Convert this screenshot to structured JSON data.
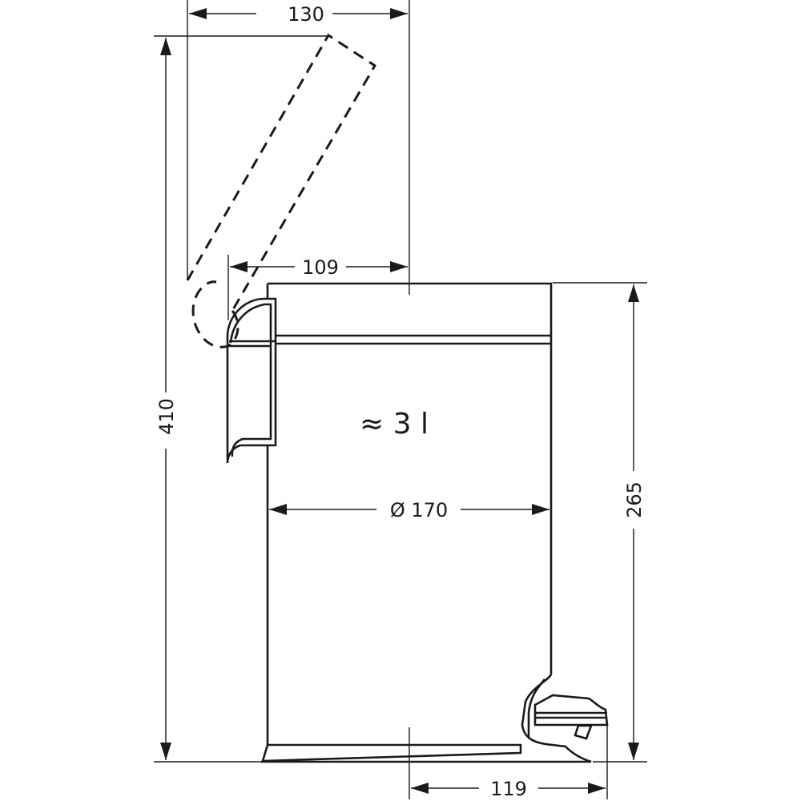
{
  "drawing": {
    "dimensions": {
      "lid_open_width": "130",
      "overall_height_open": "410",
      "lid_depth": "109",
      "body_height": "265",
      "diameter": "Ø 170",
      "pedal_depth": "119"
    },
    "capacity_label": "≈ 3 l",
    "line_color": "#1a1a1a",
    "background_color": "#ffffff"
  }
}
